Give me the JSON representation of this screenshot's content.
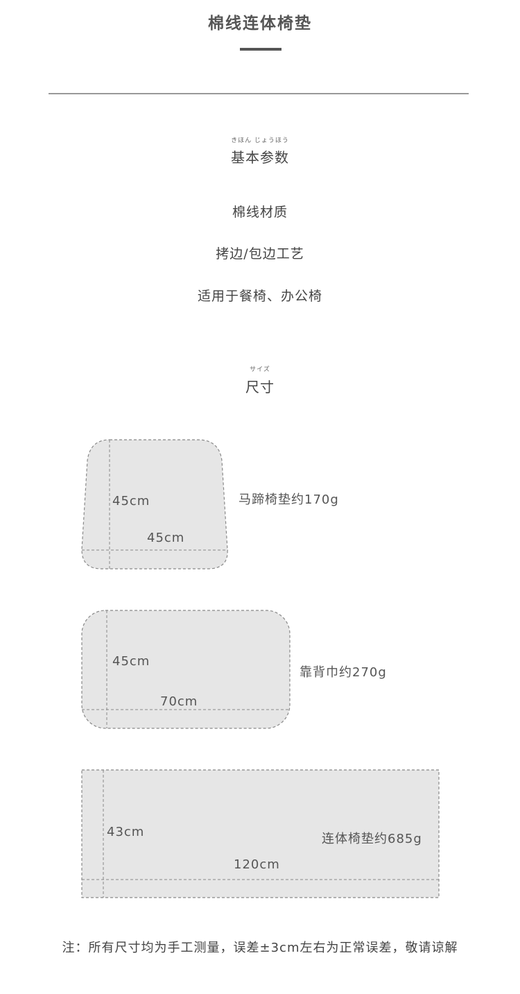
{
  "header": {
    "title": "棉线连体椅垫"
  },
  "basic": {
    "ruby": "きほん じょうほう",
    "heading": "基本参数",
    "params": [
      "棉线材质",
      "拷边/包边工艺",
      "适用于餐椅、办公椅"
    ]
  },
  "size": {
    "ruby": "サイズ",
    "heading": "尺寸",
    "items": [
      {
        "height": "45cm",
        "width": "45cm",
        "desc": "马蹄椅垫约170g"
      },
      {
        "height": "45cm",
        "width": "70cm",
        "desc": "靠背巾约270g"
      },
      {
        "height": "43cm",
        "width": "120cm",
        "desc": "连体椅垫约685g"
      }
    ]
  },
  "footer": {
    "note": "注：所有尺寸均为手工测量，误差±3cm左右为正常误差，敬请谅解"
  },
  "colors": {
    "shape_fill": "#e6e6e6",
    "shape_stroke": "#888888",
    "text": "#555555"
  }
}
